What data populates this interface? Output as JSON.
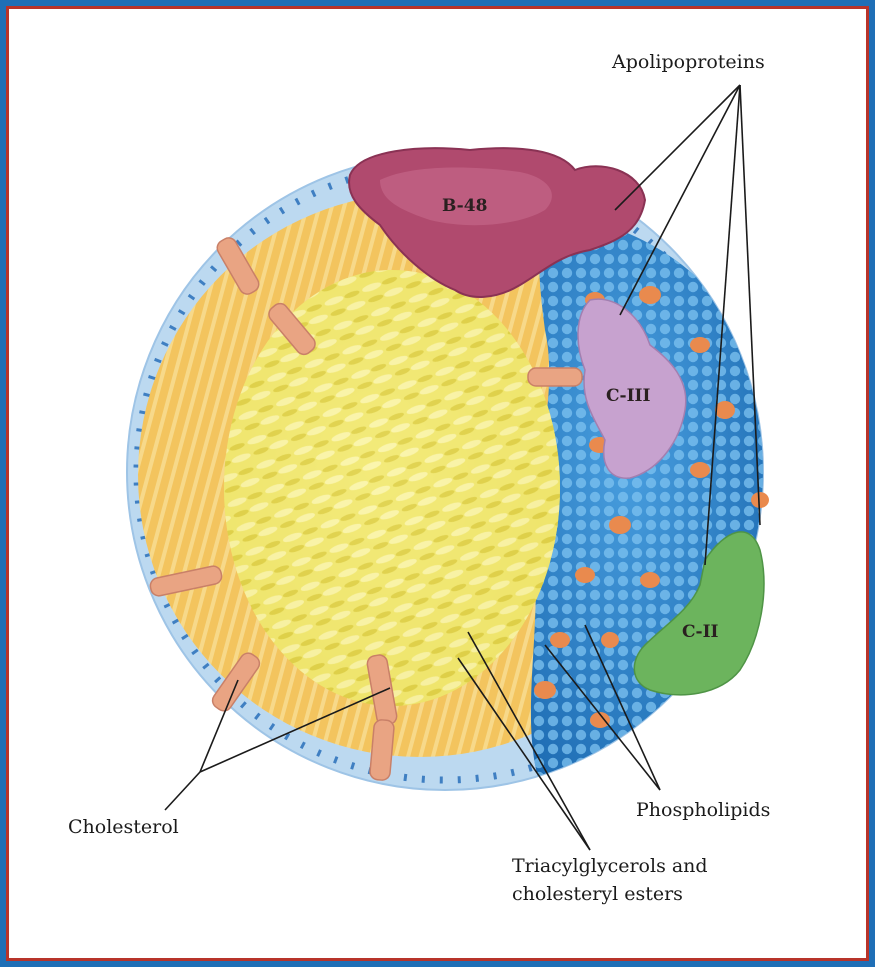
{
  "labels": {
    "apolipoproteins": "Apolipoproteins",
    "b48": "B-48",
    "c3": "C-III",
    "c2": "C-II",
    "cholesterol": "Cholesterol",
    "phospholipids": "Phospholipids",
    "triacylglycerols_line1": "Triacylglycerols and",
    "triacylglycerols_line2": "cholesteryl esters"
  },
  "colors": {
    "outer_frame": "#1f6fb6",
    "inner_border": "#b8342a",
    "shell": "#bcd9f0",
    "phospholipid_layer": "#f2c460",
    "core": "#efe56a",
    "blue_surface": "#2f84cc",
    "apo_b48": "#b04a6e",
    "apo_c3": "#c7a2cf",
    "apo_c2": "#6cb45d",
    "cholesterol": "#e9a483"
  }
}
